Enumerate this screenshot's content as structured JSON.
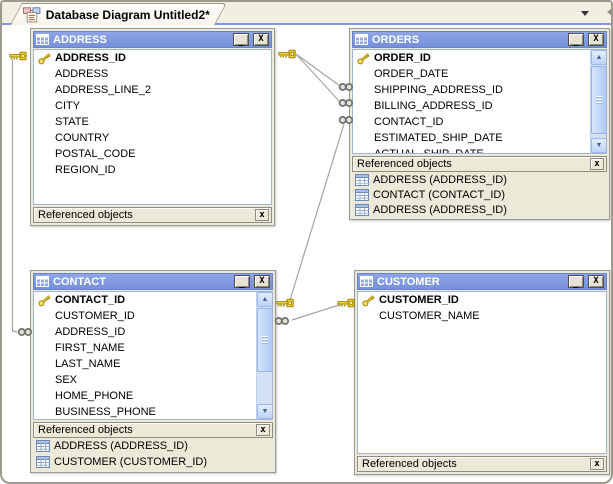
{
  "colors": {
    "titlebar_blue": "#7d97df",
    "panel_tan": "#ece9d8",
    "canvas_white": "#ffffff",
    "tab_underline_blue": "#8199d8",
    "scrollbar_blue": "#aec9f6",
    "connector_gray": "#a8a49c",
    "key_gold": "#e8c61a"
  },
  "tab": {
    "title": "Database Diagram Untitled2*"
  },
  "controls": {
    "minimize": "_",
    "close": "X",
    "panel_close": "x",
    "scroll_up": "▲",
    "scroll_down": "▼"
  },
  "tables": {
    "address": {
      "title": "ADDRESS",
      "columns": [
        {
          "name": "ADDRESS_ID",
          "pk": true
        },
        {
          "name": "ADDRESS",
          "pk": false
        },
        {
          "name": "ADDRESS_LINE_2",
          "pk": false
        },
        {
          "name": "CITY",
          "pk": false
        },
        {
          "name": "STATE",
          "pk": false
        },
        {
          "name": "COUNTRY",
          "pk": false
        },
        {
          "name": "POSTAL_CODE",
          "pk": false
        },
        {
          "name": "REGION_ID",
          "pk": false
        }
      ],
      "ref_label": "Referenced objects",
      "referenced": []
    },
    "orders": {
      "title": "ORDERS",
      "columns": [
        {
          "name": "ORDER_ID",
          "pk": true
        },
        {
          "name": "ORDER_DATE",
          "pk": false
        },
        {
          "name": "SHIPPING_ADDRESS_ID",
          "pk": false
        },
        {
          "name": "BILLING_ADDRESS_ID",
          "pk": false
        },
        {
          "name": "CONTACT_ID",
          "pk": false
        },
        {
          "name": "ESTIMATED_SHIP_DATE",
          "pk": false
        },
        {
          "name": "ACTUAL_SHIP_DATE",
          "pk": false
        }
      ],
      "ref_label": "Referenced objects",
      "referenced": [
        "ADDRESS (ADDRESS_ID)",
        "CONTACT (CONTACT_ID)",
        "ADDRESS (ADDRESS_ID)"
      ]
    },
    "contact": {
      "title": "CONTACT",
      "columns": [
        {
          "name": "CONTACT_ID",
          "pk": true
        },
        {
          "name": "CUSTOMER_ID",
          "pk": false
        },
        {
          "name": "ADDRESS_ID",
          "pk": false
        },
        {
          "name": "FIRST_NAME",
          "pk": false
        },
        {
          "name": "LAST_NAME",
          "pk": false
        },
        {
          "name": "SEX",
          "pk": false
        },
        {
          "name": "HOME_PHONE",
          "pk": false
        },
        {
          "name": "BUSINESS_PHONE",
          "pk": false
        }
      ],
      "ref_label": "Referenced objects",
      "referenced": [
        "ADDRESS (ADDRESS_ID)",
        "CUSTOMER (CUSTOMER_ID)"
      ]
    },
    "customer": {
      "title": "CUSTOMER",
      "columns": [
        {
          "name": "CUSTOMER_ID",
          "pk": true
        },
        {
          "name": "CUSTOMER_NAME",
          "pk": false
        }
      ],
      "ref_label": "Referenced objects",
      "referenced": []
    }
  },
  "relationships": [
    {
      "one": "ADDRESS.ADDRESS_ID",
      "many": "CONTACT.ADDRESS_ID"
    },
    {
      "one": "ADDRESS.ADDRESS_ID",
      "many": "ORDERS.SHIPPING_ADDRESS_ID"
    },
    {
      "one": "ADDRESS.ADDRESS_ID",
      "many": "ORDERS.BILLING_ADDRESS_ID"
    },
    {
      "one": "CONTACT.CONTACT_ID",
      "many": "ORDERS.CONTACT_ID"
    },
    {
      "one": "CUSTOMER.CUSTOMER_ID",
      "many": "CONTACT.CUSTOMER_ID"
    }
  ]
}
